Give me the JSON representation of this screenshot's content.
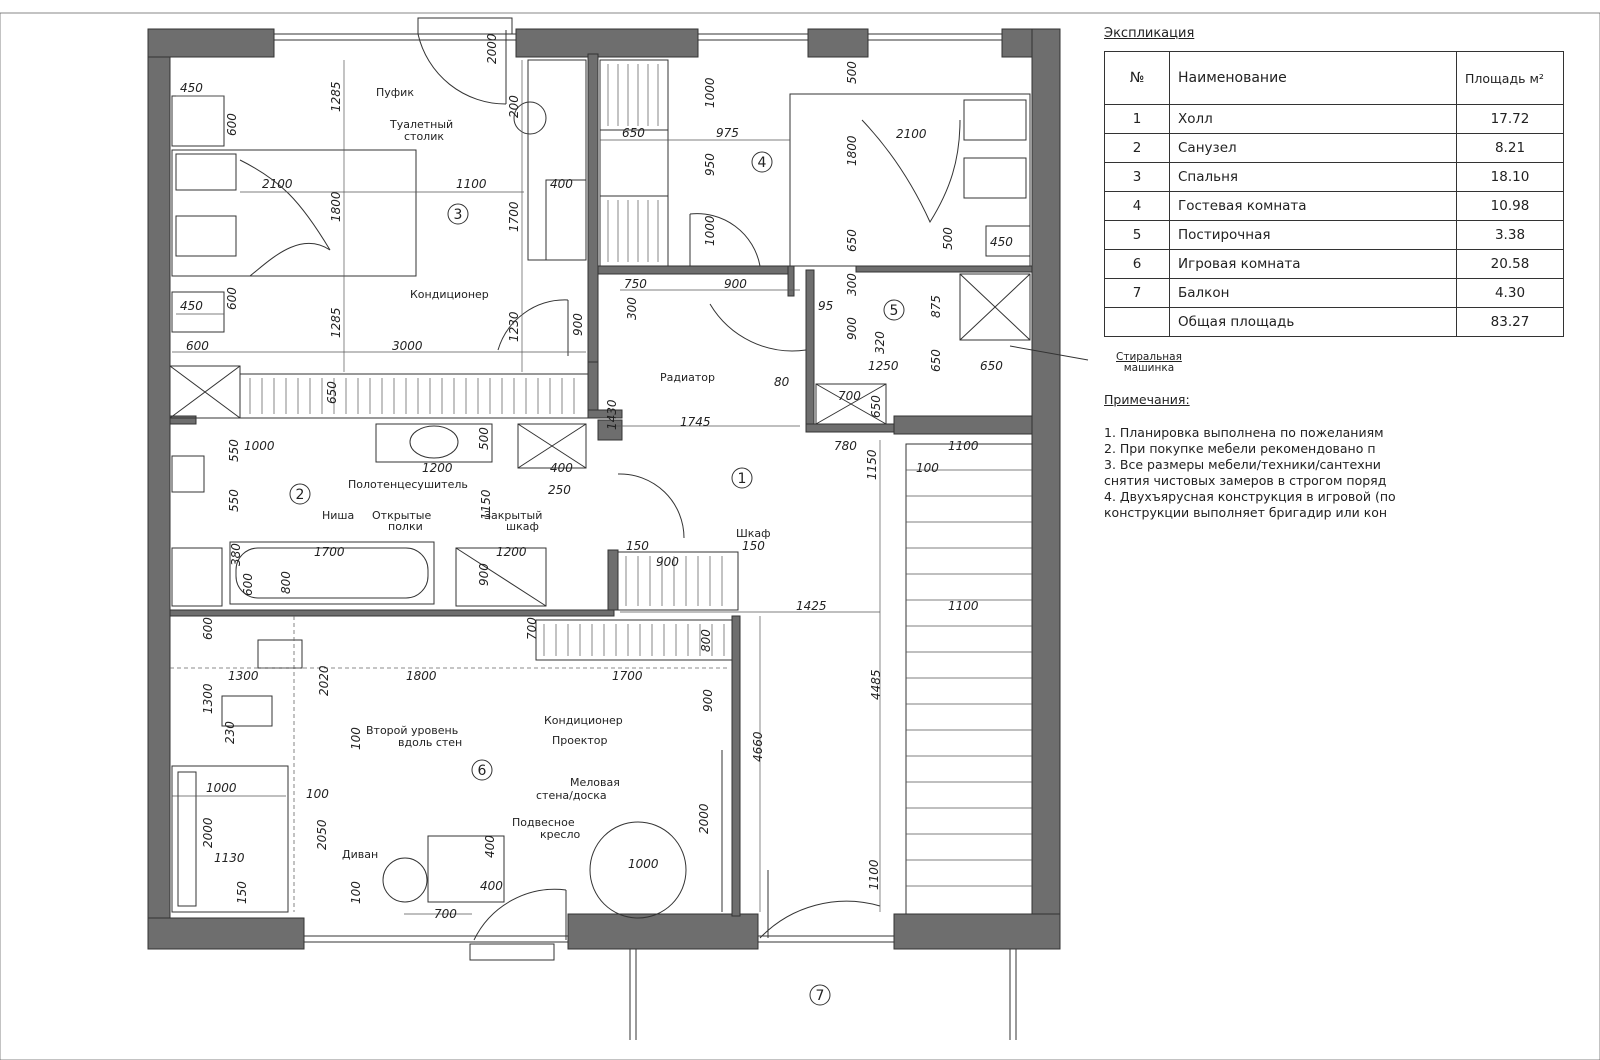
{
  "legend": {
    "heading": "Экспликация",
    "columns": {
      "num": "№",
      "name": "Наименование",
      "area": "Площадь м²"
    },
    "rows": [
      {
        "num": "1",
        "name": "Холл",
        "area": "17.72"
      },
      {
        "num": "2",
        "name": "Санузел",
        "area": "8.21"
      },
      {
        "num": "3",
        "name": "Спальня",
        "area": "18.10"
      },
      {
        "num": "4",
        "name": "Гостевая комната",
        "area": "10.98"
      },
      {
        "num": "5",
        "name": "Постирочная",
        "area": "3.38"
      },
      {
        "num": "6",
        "name": "Игровая комната",
        "area": "20.58"
      },
      {
        "num": "7",
        "name": "Балкон",
        "area": "4.30"
      },
      {
        "num": "",
        "name": "Общая площадь",
        "area": "83.27"
      }
    ]
  },
  "washer_label": {
    "line1": "Стиральная",
    "line2": "машинка"
  },
  "notes": {
    "heading": "Примечания:",
    "lines": [
      "1. Планировка выполнена по пожеланиям",
      "2. При покупке мебели рекомендовано п",
      "3. Все размеры мебели/техники/сантехни",
      "снятия чистовых замеров в строгом поряд",
      "4. Двухъярусная конструкция в игровой (по",
      "конструкции выполняет бригадир или кон"
    ]
  },
  "room_numbers": [
    "1",
    "2",
    "3",
    "4",
    "5",
    "6",
    "7"
  ],
  "furniture_labels": {
    "pufik": "Пуфик",
    "vanity1": "Туалетный",
    "vanity2": "столик",
    "ac1": "Кондиционер",
    "radiator": "Радиатор",
    "towel": "Полотенцесушитель",
    "niche": "Ниша",
    "open1": "Открытые",
    "open2": "полки",
    "closed1": "Закрытый",
    "closed2": "шкаф",
    "wardrobe": "Шкаф",
    "second1": "Второй уровень",
    "second2": "вдоль стен",
    "ac2": "Кондиционер",
    "projector": "Проектор",
    "chalk1": "Меловая",
    "chalk2": "стена/доска",
    "hang1": "Подвесное",
    "hang2": "кресло",
    "sofa": "Диван"
  },
  "dimensions": [
    "450",
    "600",
    "2100",
    "1800",
    "1285",
    "1100",
    "1700",
    "400",
    "450",
    "600",
    "1285",
    "600",
    "3000",
    "650",
    "1230",
    "900",
    "300",
    "2000",
    "200",
    "1000",
    "650",
    "975",
    "950",
    "1000",
    "2100",
    "500",
    "1800",
    "650",
    "500",
    "450",
    "750",
    "900",
    "95",
    "300",
    "900",
    "875",
    "320",
    "1250",
    "650",
    "650",
    "80",
    "700",
    "650",
    "1430",
    "1745",
    "780",
    "1100",
    "1150",
    "100",
    "1000",
    "550",
    "550",
    "1200",
    "400",
    "250",
    "1150",
    "500",
    "380",
    "1700",
    "1200",
    "900",
    "600",
    "800",
    "150",
    "900",
    "150",
    "1425",
    "1100",
    "600",
    "1300",
    "2020",
    "1800",
    "1300",
    "230",
    "100",
    "700",
    "1700",
    "800",
    "900",
    "4485",
    "4660",
    "1000",
    "100",
    "2000",
    "2050",
    "1130",
    "2000",
    "150",
    "100",
    "400",
    "400",
    "1000",
    "700",
    "1100"
  ]
}
